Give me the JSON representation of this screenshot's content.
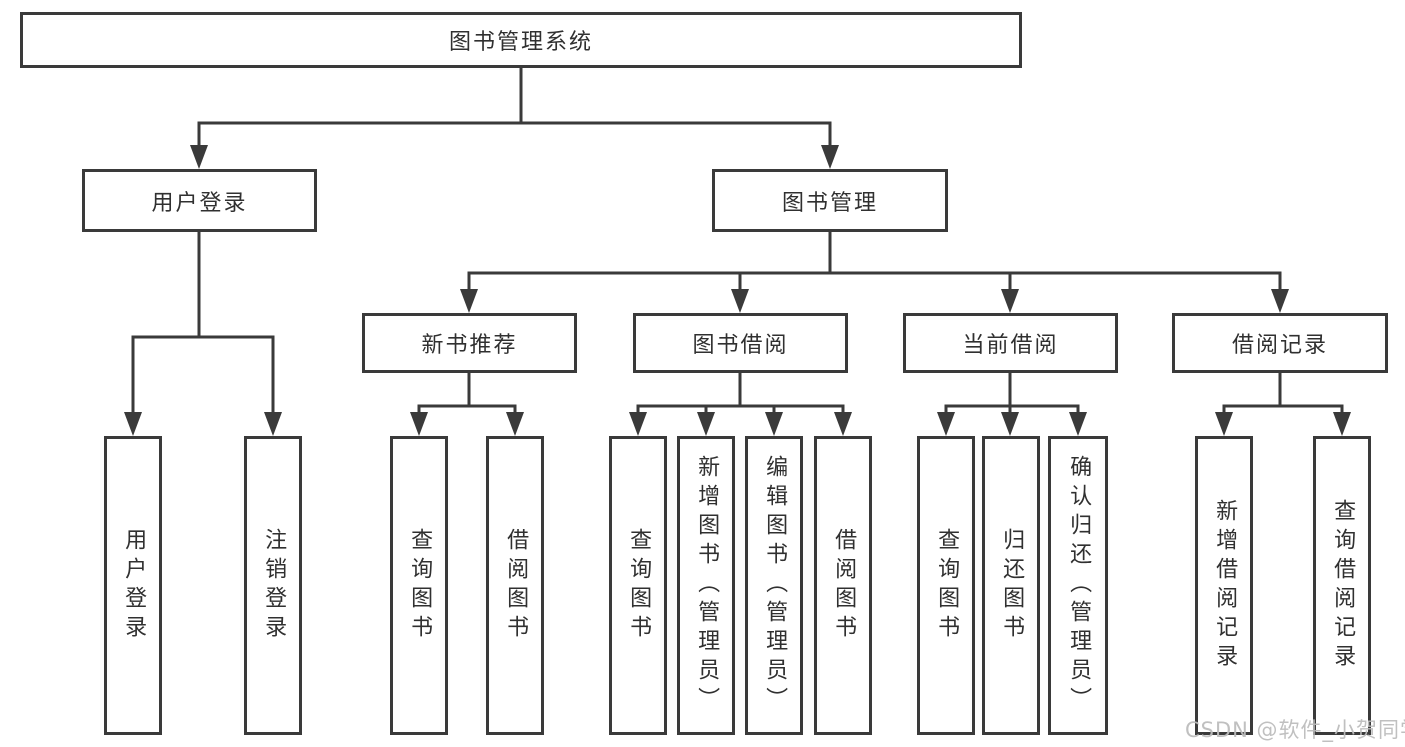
{
  "tree": {
    "root": {
      "label": "图书管理系统"
    },
    "branches": [
      {
        "label": "用户登录",
        "children": [
          {
            "label": "用户登录"
          },
          {
            "label": "注销登录"
          }
        ]
      },
      {
        "label": "图书管理",
        "children": [
          {
            "label": "新书推荐",
            "children": [
              {
                "label": "查询图书"
              },
              {
                "label": "借阅图书"
              }
            ]
          },
          {
            "label": "图书借阅",
            "children": [
              {
                "label": "查询图书"
              },
              {
                "label": "新增图书（管理员）"
              },
              {
                "label": "编辑图书（管理员）"
              },
              {
                "label": "借阅图书"
              }
            ]
          },
          {
            "label": "当前借阅",
            "children": [
              {
                "label": "查询图书"
              },
              {
                "label": "归还图书"
              },
              {
                "label": "确认归还（管理员）"
              }
            ]
          },
          {
            "label": "借阅记录",
            "children": [
              {
                "label": "新增借阅记录"
              },
              {
                "label": "查询借阅记录"
              }
            ]
          }
        ]
      }
    ]
  },
  "watermark": "CSDN @软件_小贺同学",
  "colors": {
    "line": "#3a3a3a",
    "text": "#303030",
    "watermark": "#bdbdbd",
    "background": "#ffffff"
  }
}
